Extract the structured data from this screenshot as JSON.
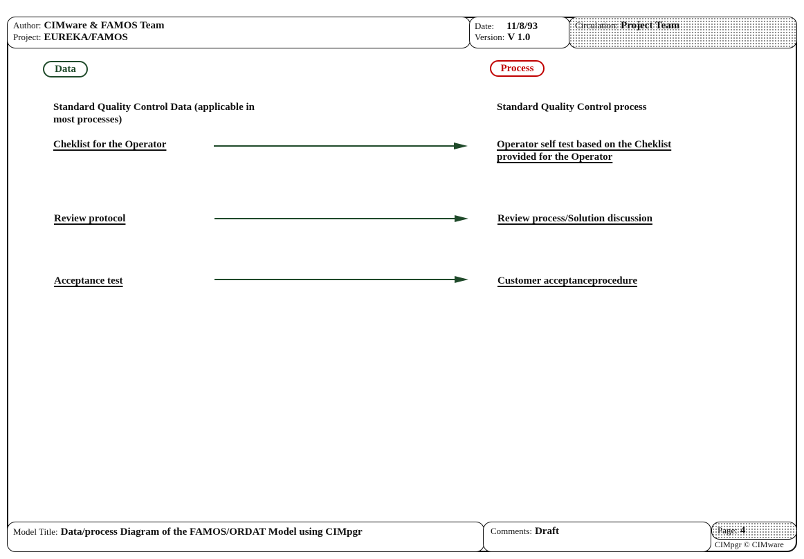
{
  "header": {
    "author_label": "Author:",
    "author": "CIMware & FAMOS Team",
    "project_label": "Project:",
    "project": "EUREKA/FAMOS",
    "date_label": "Date:",
    "date": "11/8/93",
    "version_label": "Version:",
    "version": "V 1.0",
    "circulation_label": "Circulation:",
    "circulation": "Project Team"
  },
  "legend": {
    "data_label": "Data",
    "data_color": "#1f4a2a",
    "process_label": "Process",
    "process_color": "#c00000"
  },
  "data_column": {
    "heading_line1": "Standard Quality Control Data (applicable in",
    "heading_line2": "most processes)",
    "items": [
      "Cheklist for the Operator",
      "Review protocol",
      "Acceptance test"
    ]
  },
  "process_column": {
    "heading": "Standard Quality Control process",
    "item1_line1": "Operator self test based on the Cheklist",
    "item1_line2": "provided for the Operator",
    "item2": "Review process/Solution discussion",
    "item3": "Customer acceptanceprocedure"
  },
  "footer": {
    "model_title_label": "Model Title:",
    "model_title": "Data/process Diagram of the FAMOS/ORDAT Model using CIMpgr",
    "comments_label": "Comments:",
    "comments": "Draft",
    "page_label": "Page:",
    "page": "4",
    "copyright": "CIMpgr © CIMware"
  }
}
